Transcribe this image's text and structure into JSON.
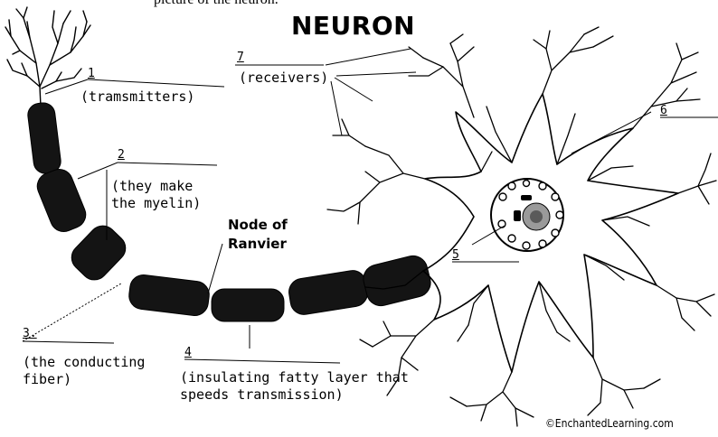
{
  "header": {
    "cut_text": "picture of the neuron.",
    "title": "NEURON"
  },
  "labels": {
    "l1": {
      "number": "1",
      "hint": "(tramsmitters)"
    },
    "l2": {
      "number": "2",
      "hint": "(they make\nthe myelin)"
    },
    "l3": {
      "number": "3.",
      "hint": "(the conducting\nfiber)"
    },
    "l4": {
      "number": "4",
      "hint": "(insulating fatty layer that\nspeeds transmission)"
    },
    "l5": {
      "number": "5"
    },
    "l6": {
      "number": "6"
    },
    "l7": {
      "number": "7",
      "hint": "(receivers)"
    }
  },
  "node_label": "Node of\nRanvier",
  "copyright": "©EnchantedLearning.com"
}
